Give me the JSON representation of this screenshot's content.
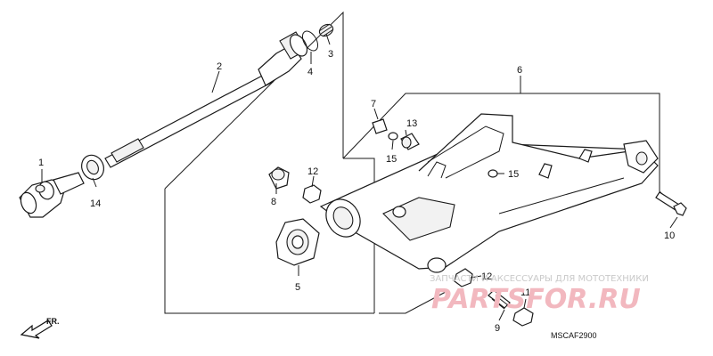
{
  "diagram": {
    "callouts": [
      {
        "id": "c1",
        "text": "1"
      },
      {
        "id": "c2",
        "text": "2"
      },
      {
        "id": "c3",
        "text": "3"
      },
      {
        "id": "c4",
        "text": "4"
      },
      {
        "id": "c5",
        "text": "5"
      },
      {
        "id": "c6",
        "text": "6"
      },
      {
        "id": "c7",
        "text": "7"
      },
      {
        "id": "c8",
        "text": "8"
      },
      {
        "id": "c9",
        "text": "9"
      },
      {
        "id": "c10",
        "text": "10"
      },
      {
        "id": "c11",
        "text": "11"
      },
      {
        "id": "c12a",
        "text": "12"
      },
      {
        "id": "c12b",
        "text": "12"
      },
      {
        "id": "c13",
        "text": "13"
      },
      {
        "id": "c14",
        "text": "14"
      },
      {
        "id": "c15a",
        "text": "15"
      },
      {
        "id": "c15b",
        "text": "15"
      }
    ],
    "direction_label": "FR.",
    "diagram_code": "MSCAF2900"
  },
  "watermark": {
    "tagline": "ЗАПЧАСТИ И АКСЕССУАРЫ ДЛЯ МОТОТЕХНИКИ",
    "brand": "PARTSFOR.RU",
    "color": "#e8303f"
  }
}
